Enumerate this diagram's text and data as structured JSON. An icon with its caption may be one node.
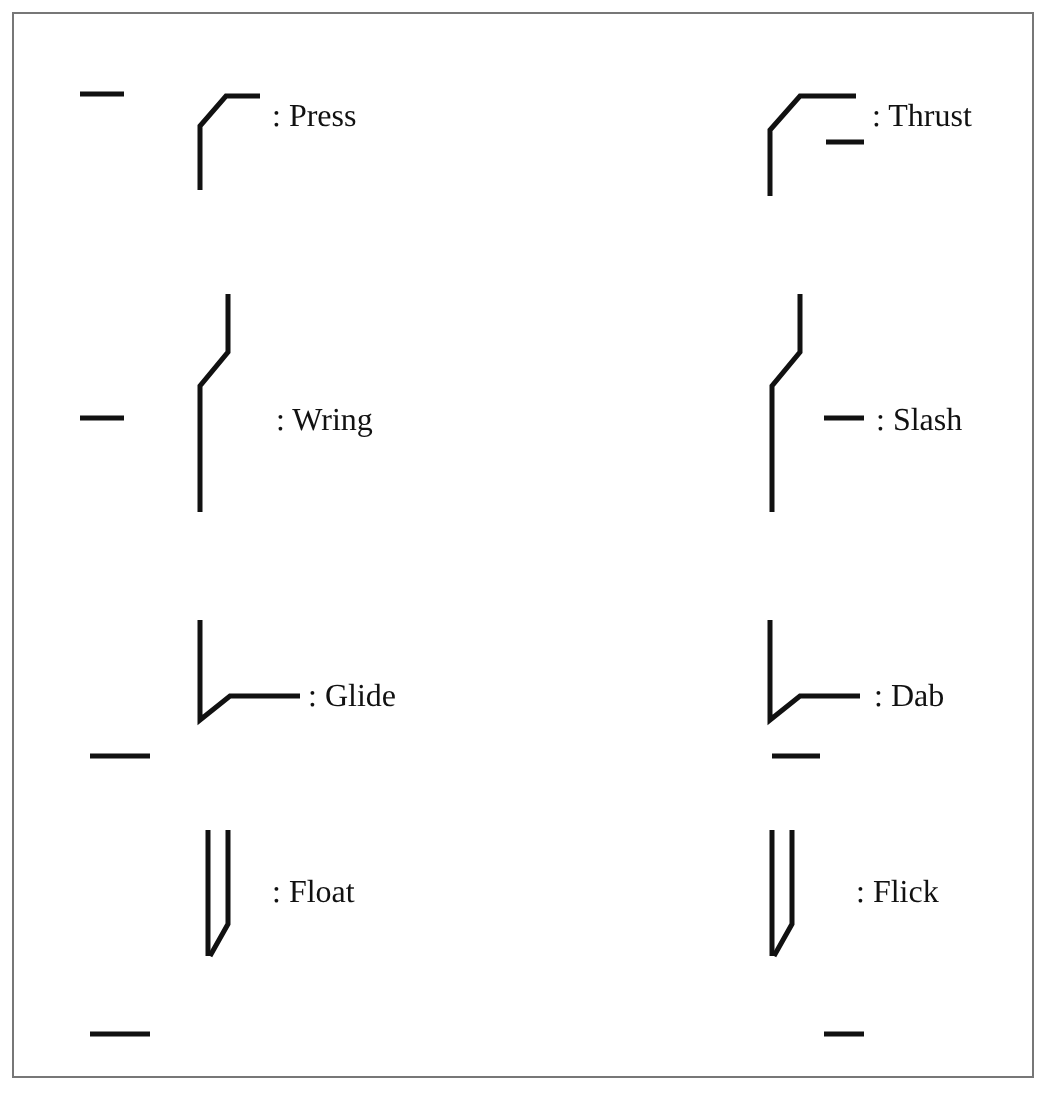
{
  "diagram": {
    "labels": [
      ": Press",
      ": Thrust",
      ": Wring",
      ": Slash",
      ": Glide",
      ": Dab",
      ": Float",
      ": Flick"
    ]
  }
}
